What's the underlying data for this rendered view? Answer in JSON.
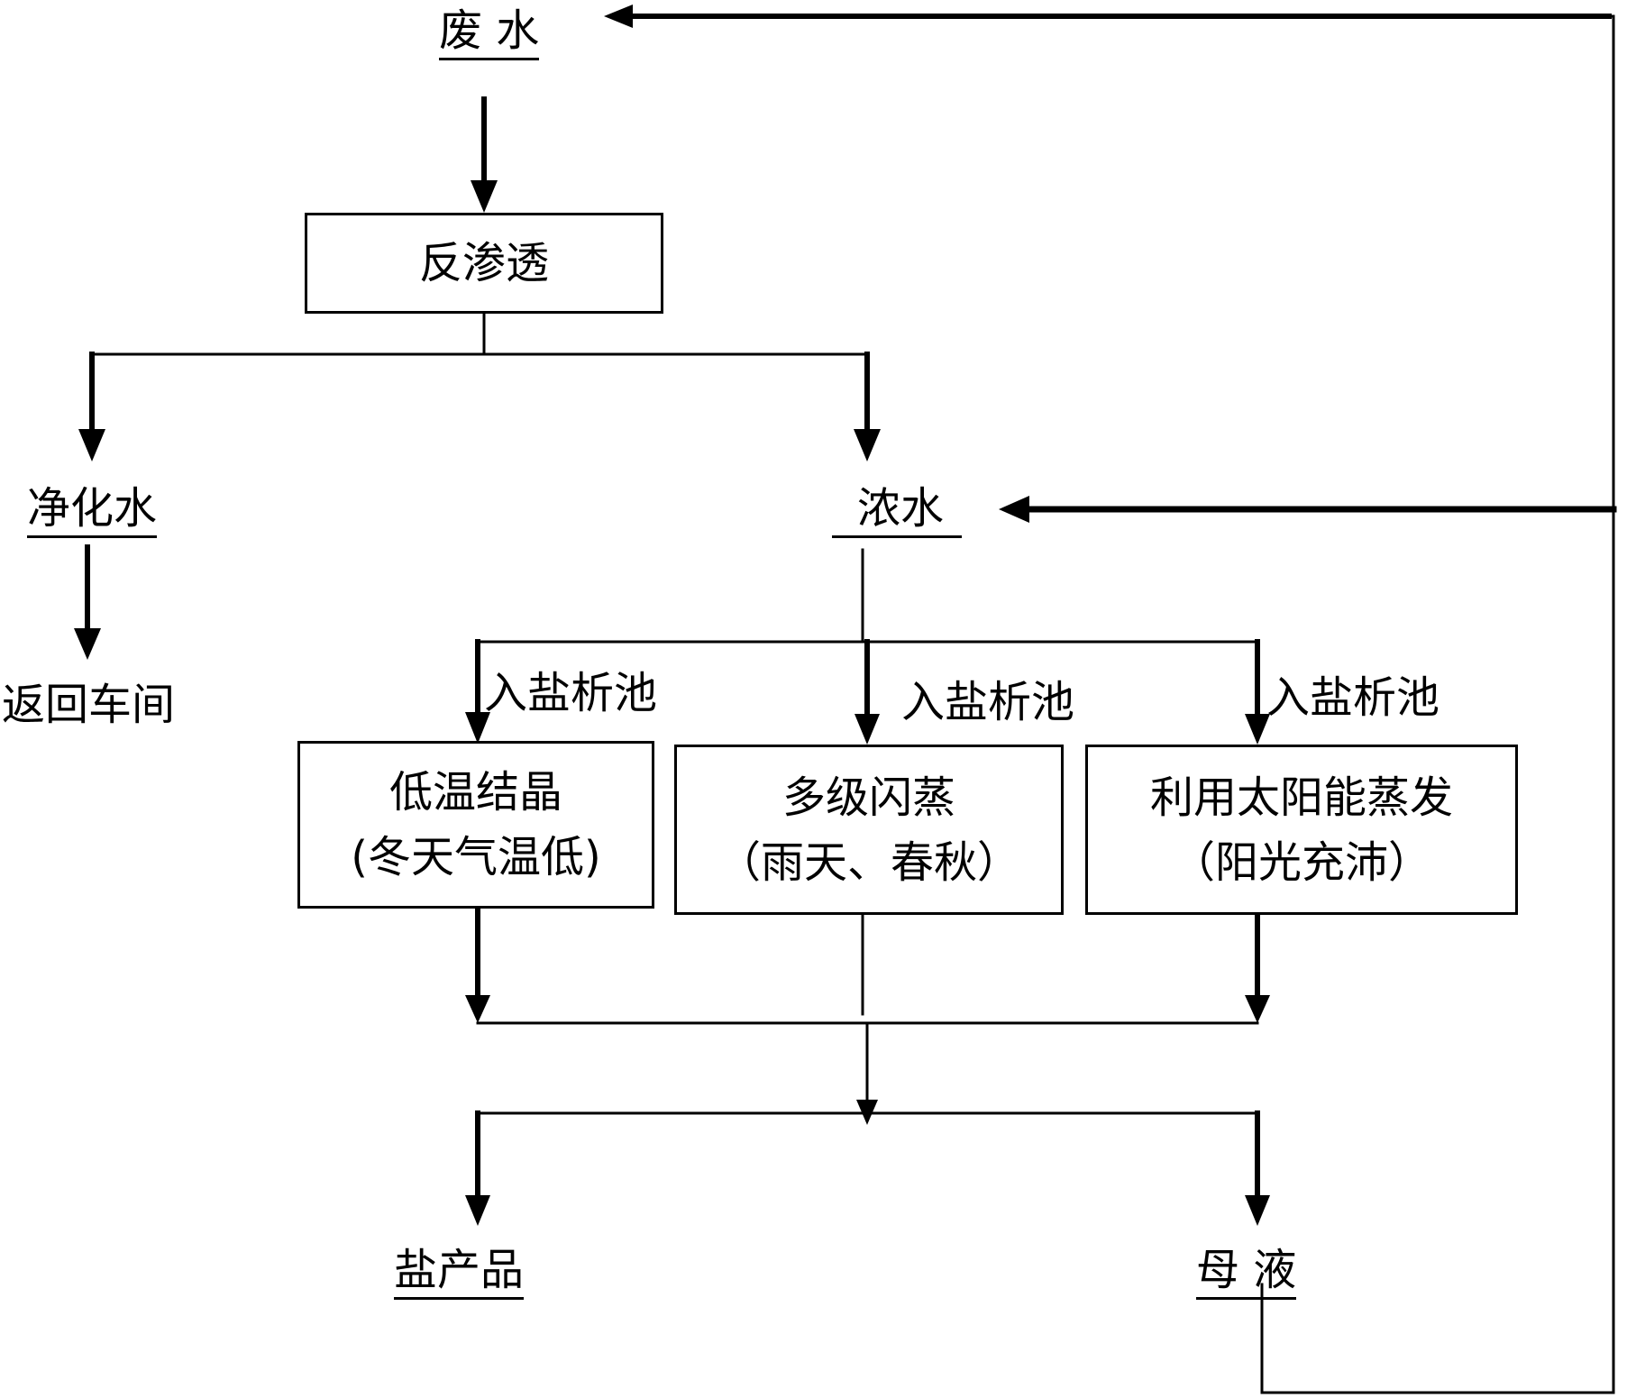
{
  "nodes": {
    "wastewater": "废 水",
    "reverse_osmosis": "反渗透",
    "purified_water": "净化水",
    "return_workshop": "返回车间",
    "concentrate": "浓水",
    "salt_product": "盐产品",
    "mother_liquor": "母 液"
  },
  "branch_label": "入盐析池",
  "processes": [
    {
      "title": "低温结晶",
      "note": "(冬天气温低)"
    },
    {
      "title": "多级闪蒸",
      "note": "（雨天、春秋）"
    },
    {
      "title": "利用太阳能蒸发",
      "note": "（阳光充沛）"
    }
  ]
}
